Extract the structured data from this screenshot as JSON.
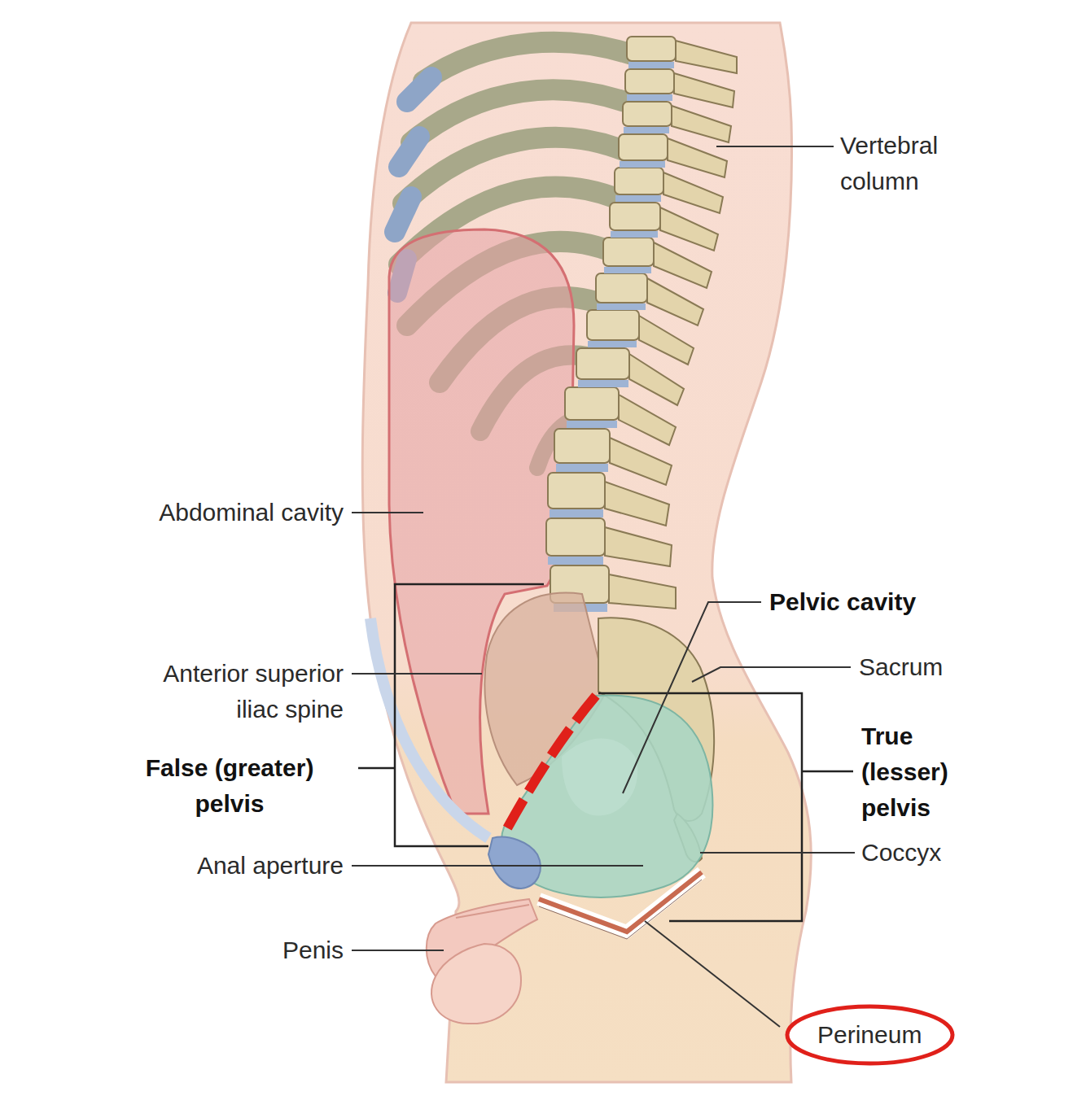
{
  "diagram": {
    "nodes": [
      {
        "text": [
          "Perineum"
        ]
      }
    ],
    "labels": [
      "Vertebral column",
      "Abdominal cavity",
      "Pelvic cavity",
      "Sacrum",
      "Anterior superior iliac spine",
      "True (lesser) pelvis",
      "False (greater) pelvis",
      "Anal aperture",
      "Coccyx",
      "Penis"
    ]
  }
}
